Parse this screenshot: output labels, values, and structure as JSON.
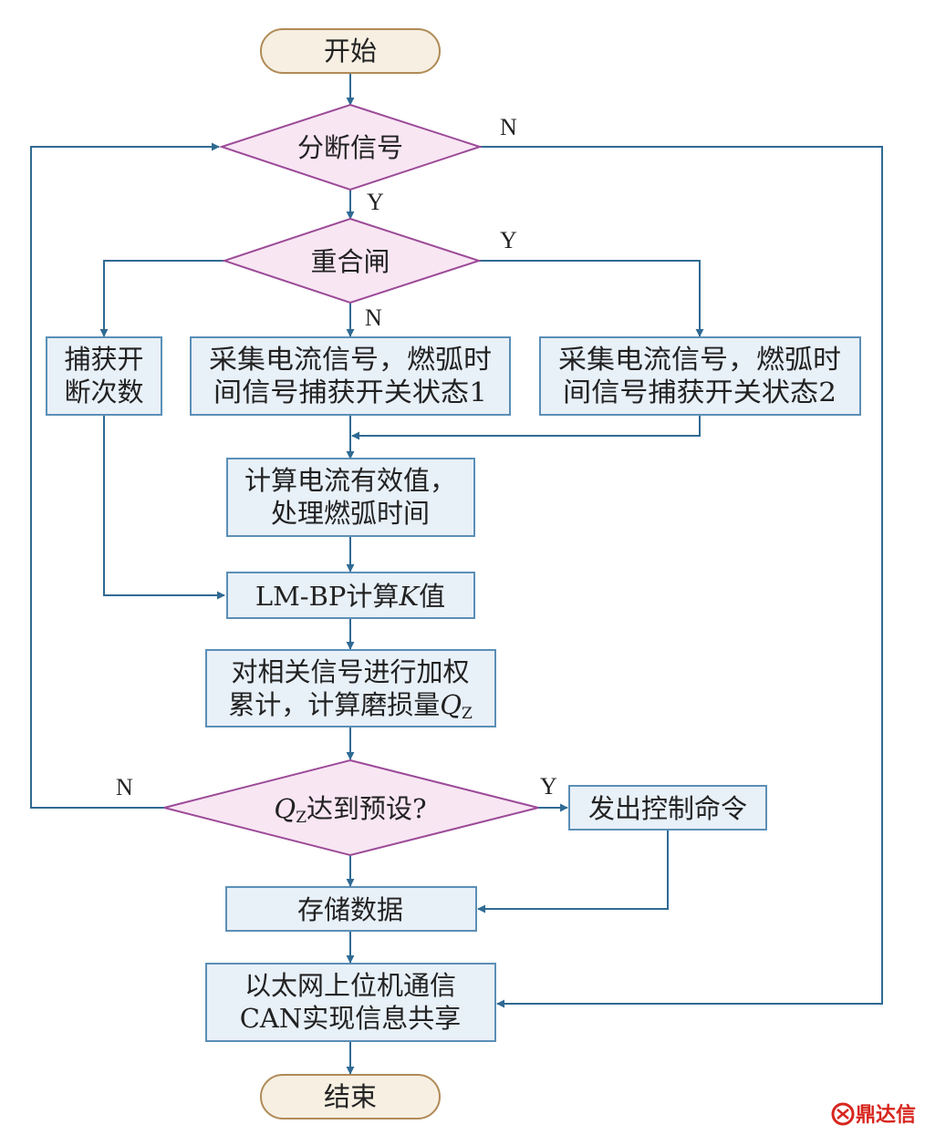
{
  "nodes": {
    "start": "开始",
    "break_signal": "分断信号",
    "reclose": "重合闸",
    "capture_count": [
      "捕获开",
      "断次数"
    ],
    "collect_1": [
      "采集电流信号，燃弧时",
      "间信号捕获开关状态1"
    ],
    "collect_2": [
      "采集电流信号，燃弧时",
      "间信号捕获开关状态2"
    ],
    "compute_rms": [
      "计算电流有效值，",
      "处理燃弧时间"
    ],
    "lmbp": {
      "prefix": "LM-BP计算",
      "var": "K",
      "suffix": "值"
    },
    "weighted": {
      "line1": "对相关信号进行加权",
      "line2_prefix": "累计，计算磨损量",
      "var": "Q",
      "sub": "Z"
    },
    "qz_decision": {
      "var": "Q",
      "sub": "Z",
      "suffix": "达到预设?"
    },
    "send_cmd": "发出控制命令",
    "store": "存储数据",
    "comm": [
      "以太网上位机通信",
      "CAN实现信息共享"
    ],
    "end": "结束"
  },
  "edge_labels": {
    "break_no": "N",
    "break_yes": "Y",
    "reclose_yes": "Y",
    "reclose_no": "N",
    "qz_no": "N",
    "qz_yes": "Y"
  },
  "watermark": "鼎达信",
  "colors": {
    "process_fill": "#e8f0f8",
    "process_stroke": "#5b8fb6",
    "decision_fill": "#f8e6f3",
    "decision_stroke": "#9c4a98",
    "terminal_fill": "#f6efe2",
    "terminal_stroke": "#b08a56",
    "arrow": "#2f6a93",
    "watermark": "#d7261e"
  }
}
